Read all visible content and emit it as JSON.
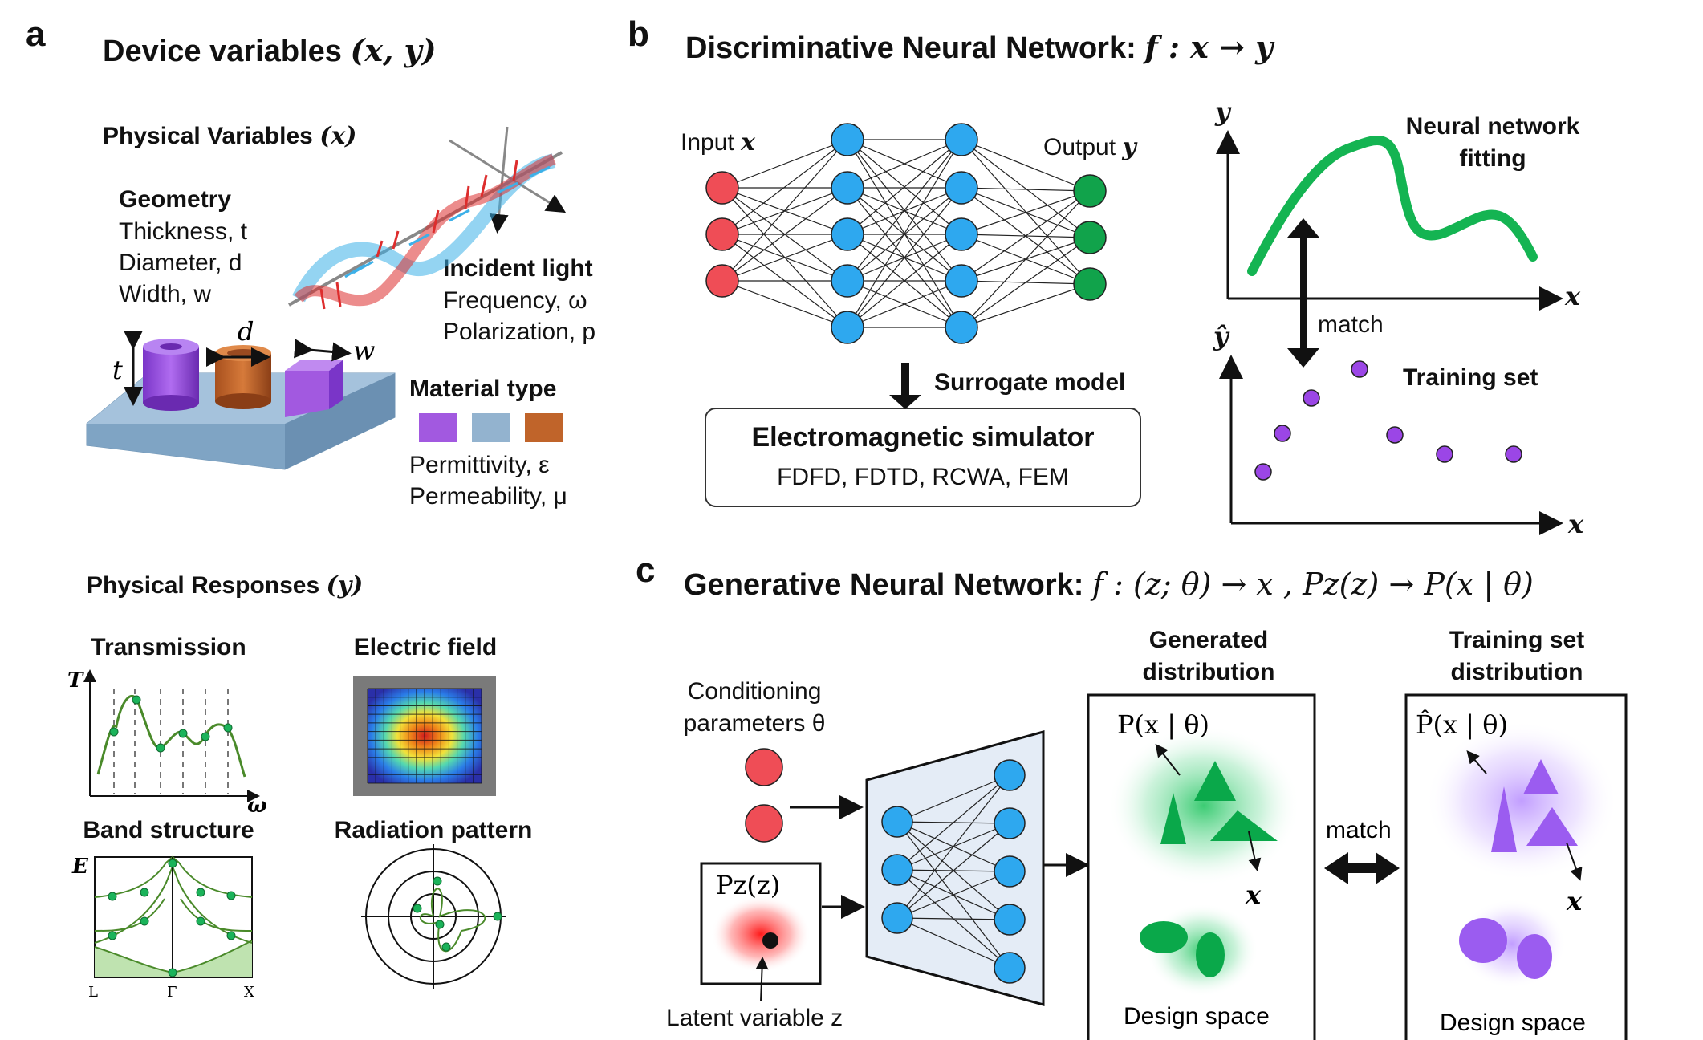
{
  "panel_a": {
    "letter": "a",
    "title_text": "Device variables",
    "title_math": "(x, y)",
    "physical_variables_text": "Physical Variables",
    "physical_variables_math": "(x)",
    "geometry_heading": "Geometry",
    "geometry_items": [
      "Thickness, t",
      "Diameter, d",
      "Width, w"
    ],
    "incident_light_heading": "Incident light",
    "incident_light_items": [
      "Frequency, ω",
      "Polarization, p"
    ],
    "dimension_labels": {
      "t": "t",
      "d": "d",
      "w": "w"
    },
    "material_type_heading": "Material type",
    "material_colors": [
      "#a259e0",
      "#93b3cf",
      "#c0642a"
    ],
    "material_properties": [
      "Permittivity, ε",
      "Permeability, μ"
    ],
    "physical_responses_text": "Physical Responses",
    "physical_responses_math": "(y)",
    "transmission_label": "Transmission",
    "transmission_axis_y": "T",
    "transmission_axis_x": "ω",
    "electric_field_label": "Electric field",
    "band_structure_label": "Band structure",
    "band_axis_y": "E",
    "band_ticks": [
      "L",
      "Γ",
      "X"
    ],
    "radiation_pattern_label": "Radiation pattern"
  },
  "panel_b": {
    "letter": "b",
    "title_text": "Discriminative Neural Network:",
    "title_math": "f : x → y",
    "input_label": "Input",
    "input_math": "x",
    "output_label": "Output",
    "output_math": "y",
    "surrogate_label": "Surrogate model",
    "simulator_title": "Electromagnetic simulator",
    "simulator_methods": "FDFD, FDTD, RCWA, FEM",
    "fitting_label_line1": "Neural network",
    "fitting_label_line2": "fitting",
    "axis_y": "y",
    "axis_yhat": "ŷ",
    "axis_x": "x",
    "match_label": "match",
    "training_set_label": "Training set"
  },
  "panel_c": {
    "letter": "c",
    "title_text": "Generative Neural Network:",
    "title_math": "f : (z; θ) → x , Pz(z) → P(x | θ)",
    "conditioning_line1": "Conditioning",
    "conditioning_line2": "parameters θ",
    "latent_box_label": "Pz(z)",
    "latent_label": "Latent variable z",
    "generated_heading_line1": "Generated",
    "generated_heading_line2": "distribution",
    "generated_prob": "P(x | θ)",
    "generated_x": "x",
    "design_space_generated": "Design space",
    "training_heading_line1": "Training set",
    "training_heading_line2": "distribution",
    "training_prob": "P̂(x | θ)",
    "training_x": "x",
    "design_space_training": "Design space",
    "match_label": "match",
    "generated_color": "#0aa84a",
    "training_color": "#9b5cf0"
  },
  "colors": {
    "input_node": "#ef4d56",
    "hidden_node": "#2ea8ef",
    "output_node": "#11a34b",
    "fit_curve": "#14b452",
    "training_point": "#9b46e6",
    "substrate": "#93b3cf",
    "sim_box": "#e8f0f8"
  }
}
